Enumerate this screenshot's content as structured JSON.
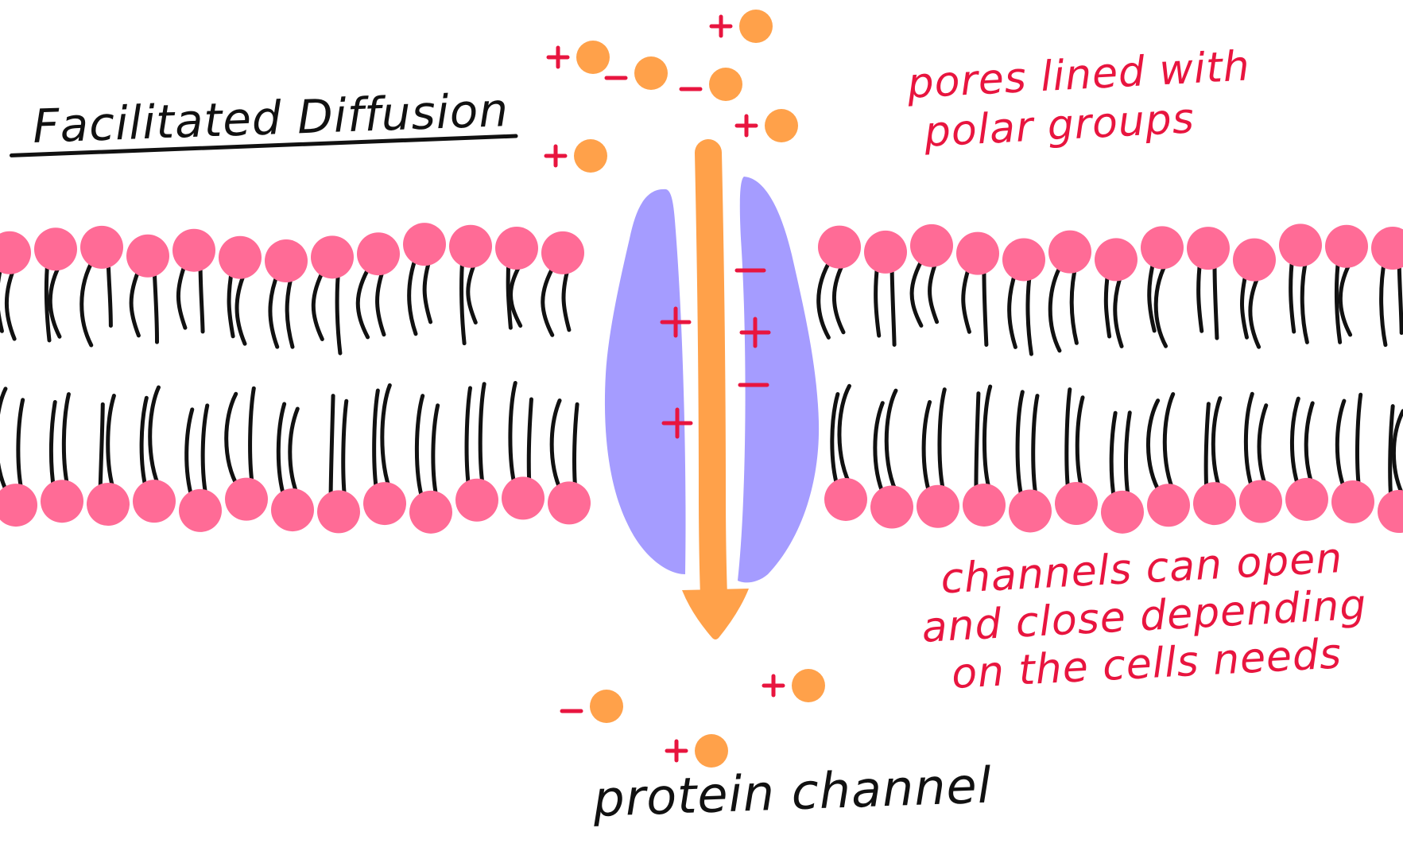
{
  "title": "Facilitated Diffusion",
  "labels": {
    "pores": [
      "pores lined with",
      "polar groups"
    ],
    "channels": [
      "channels can open",
      "and close depending",
      "on the cells needs"
    ],
    "protein_channel": "protein channel"
  },
  "ions": {
    "above": [
      {
        "charge": "+"
      },
      {
        "charge": "+"
      },
      {
        "charge": "-"
      },
      {
        "charge": "-"
      },
      {
        "charge": "+"
      },
      {
        "charge": "+"
      }
    ],
    "below": [
      {
        "charge": "+"
      },
      {
        "charge": "-"
      },
      {
        "charge": "+"
      }
    ]
  },
  "channel_charges": {
    "left_lining": [
      "+",
      "+"
    ],
    "right_lining": [
      "-",
      "+",
      "-"
    ]
  },
  "colors": {
    "phospholipid_head": "#ff6b96",
    "lipid_tail": "#111111",
    "protein": "#a59cff",
    "arrow": "#ffa14a",
    "ion": "#ffa14a",
    "annotation": "#e8153f",
    "ink": "#111111"
  }
}
